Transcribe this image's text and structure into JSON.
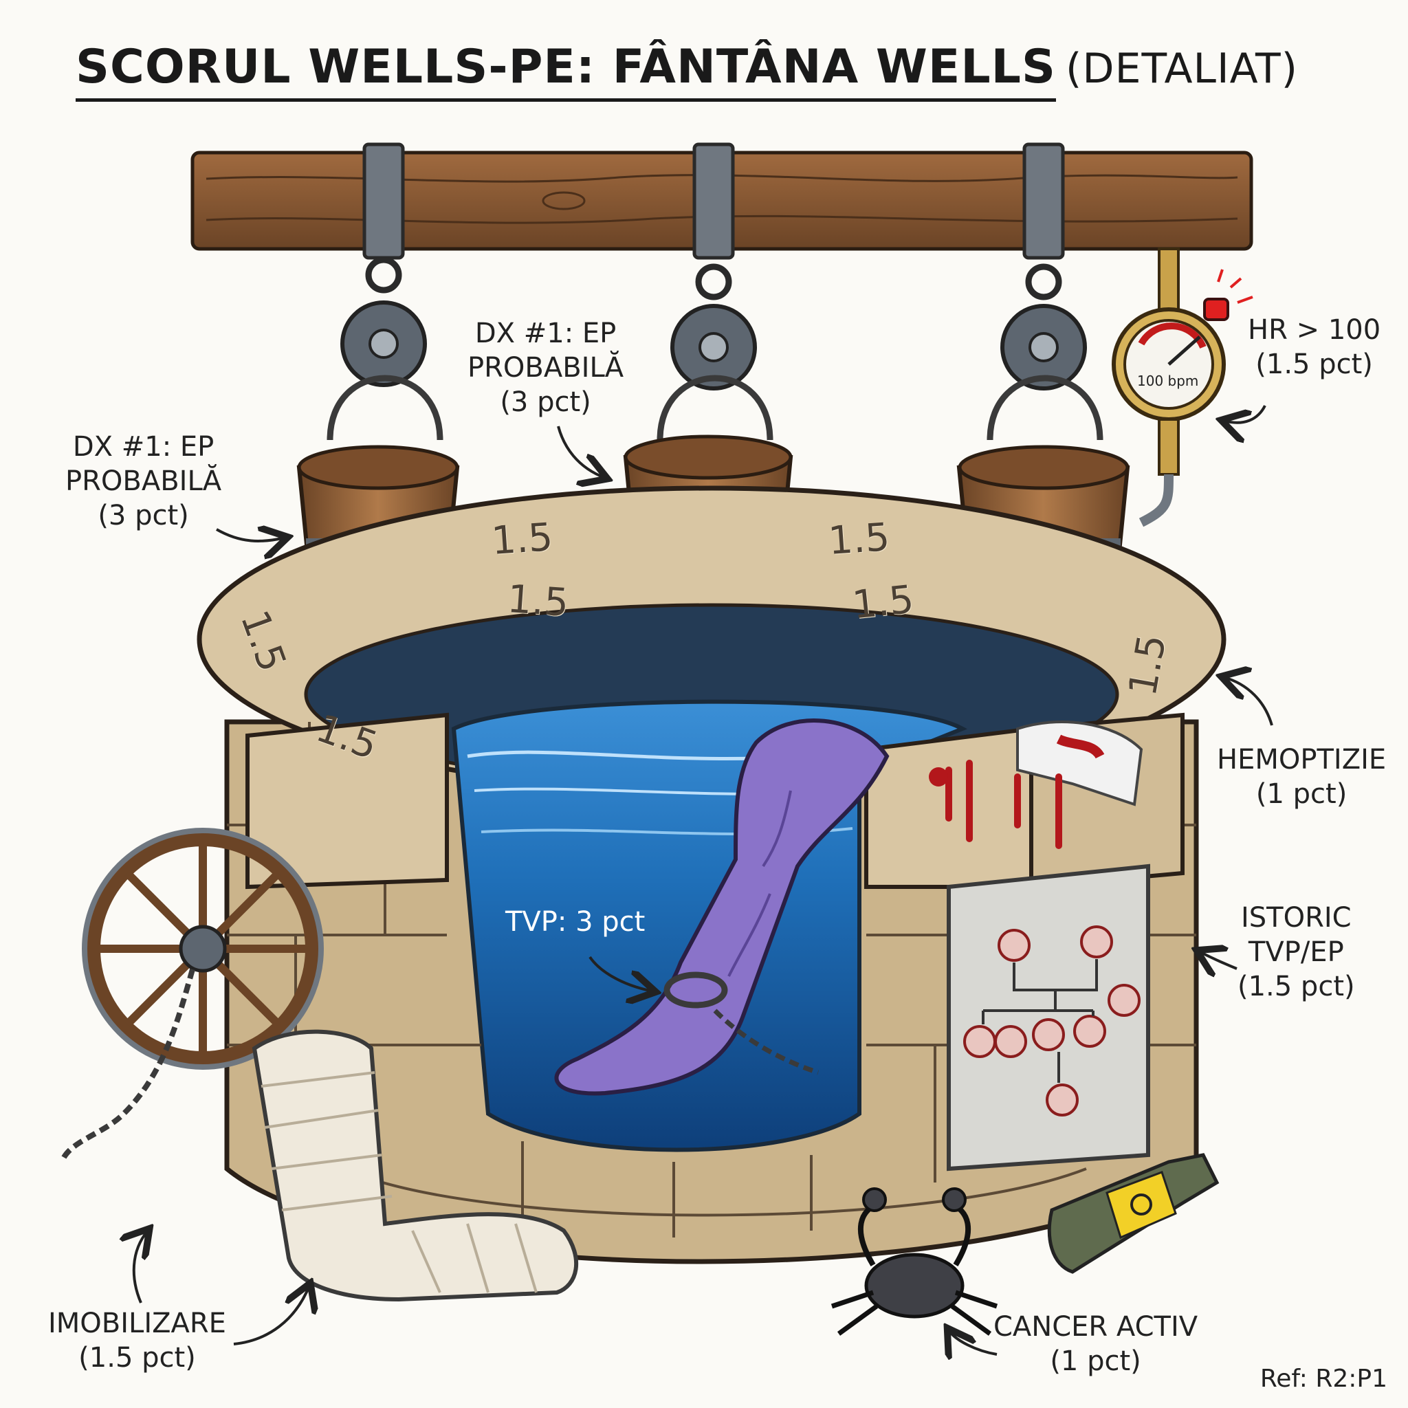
{
  "title": {
    "main": "SCORUL WELLS-PE: FÂNTÂNA WELLS",
    "sub": "(DETALIAT)"
  },
  "labels": {
    "dx_left": {
      "line1": "DX #1: EP",
      "line2": "PROBABILĂ",
      "line3": "(3 pct)"
    },
    "dx_center": {
      "line1": "DX #1: EP",
      "line2": "PROBABILĂ",
      "line3": "(3 pct)"
    },
    "hr": {
      "line1": "HR > 100",
      "line2": "(1.5 pct)"
    },
    "hemoptizie": {
      "line1": "HEMOPTIZIE",
      "line2": "(1 pct)"
    },
    "istoric": {
      "line1": "ISTORIC",
      "line2": "TVP/EP",
      "line3": "(1.5 pct)"
    },
    "imobilizare": {
      "line1": "IMOBILIZARE",
      "line2": "(1.5 pct)"
    },
    "cancer": {
      "line1": "CANCER ACTIV",
      "line2": "(1 pct)"
    },
    "tvp": "TVP: 3 pct"
  },
  "gauge_text": "100 bpm",
  "stone_numbers": [
    "1.5",
    "1.5",
    "1.5",
    "1.5",
    "1.5",
    "1.5",
    "1.5"
  ],
  "ref": "Ref: R2:P1",
  "icons": [
    "pulley-icon",
    "bucket-icon",
    "pressure-gauge-icon",
    "alarm-light-icon",
    "leg-icon",
    "chain-icon",
    "cart-wheel-icon",
    "cast-boot-icon",
    "crab-icon",
    "biohazard-bottle-icon",
    "bloody-cloth-icon",
    "family-tree-plaque-icon",
    "arrow-icon"
  ],
  "colors": {
    "water": "#1f6fb8",
    "stone": "#d9c6a3",
    "wood": "#8a5a34",
    "leg": "#8a73c9",
    "blood": "#b3171b",
    "alarm": "#e02020"
  }
}
